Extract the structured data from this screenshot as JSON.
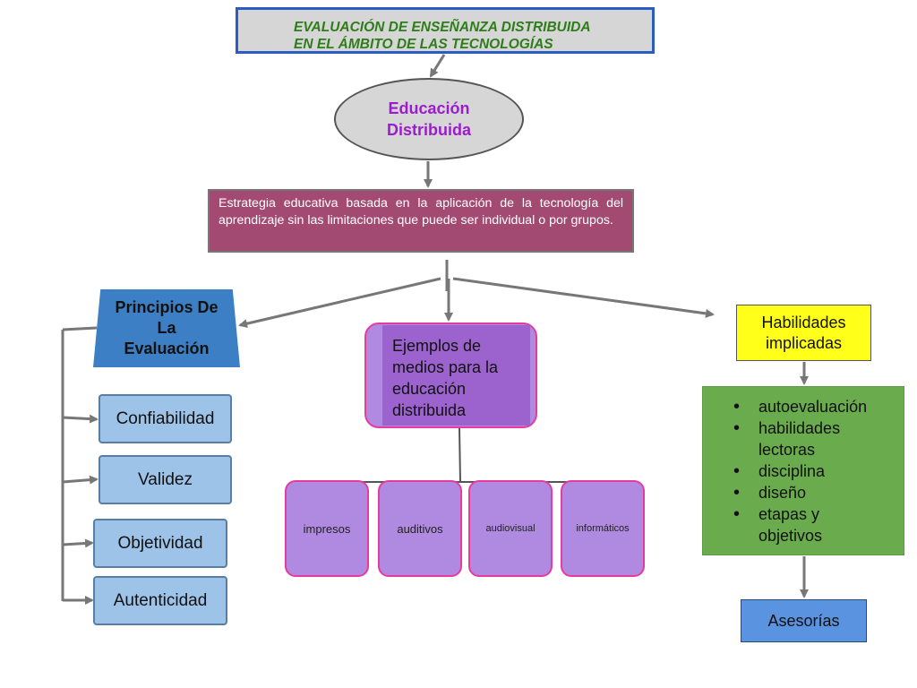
{
  "title": {
    "line1": "EVALUACIÓN DE ENSEÑANZA DISTRIBUIDA",
    "line2": "EN EL ÁMBITO DE LAS TECNOLOGÍAS"
  },
  "core": {
    "line1": "Educación",
    "line2": "Distribuida"
  },
  "definition": "Estrategia educativa basada en la aplicación de la tecnología del aprendizaje sin las limitaciones que puede ser individual o por grupos.",
  "principles": {
    "title_lines": [
      "Principios De",
      "La",
      "Evaluación"
    ],
    "items": [
      "Confiabilidad",
      "Validez",
      "Objetividad",
      "Autenticidad"
    ]
  },
  "examples": {
    "title_lines": [
      "Ejemplos de",
      "medios para la",
      "educación",
      "distribuida"
    ],
    "media": [
      "impresos",
      "auditivos",
      "audiovisual",
      "informáticos"
    ]
  },
  "skills": {
    "title_lines": [
      "Habilidades",
      "implicadas"
    ],
    "items": [
      {
        "line1": "autoevaluación",
        "line2": ""
      },
      {
        "line1": "habilidades",
        "line2": "lectoras"
      },
      {
        "line1": "disciplina",
        "line2": ""
      },
      {
        "line1": "diseño",
        "line2": ""
      },
      {
        "line1": "etapas y",
        "line2": "objetivos"
      }
    ],
    "support": "Asesorías"
  },
  "colors": {
    "title_text": "#2e7d1a",
    "title_border": "#2a5cc4",
    "core_text": "#9b1ccf",
    "definition_bg": "#a34a72",
    "principles_bg": "#3c7fc4",
    "principle_item_bg": "#9dc3e8",
    "examples_bg": "#9c63cf",
    "media_bg": "#b08ae0",
    "media_border": "#e63ba0",
    "skills_title_bg": "#ffff1a",
    "skills_bg": "#6aab4e",
    "support_bg": "#5a94e0",
    "connector": "#777777"
  }
}
